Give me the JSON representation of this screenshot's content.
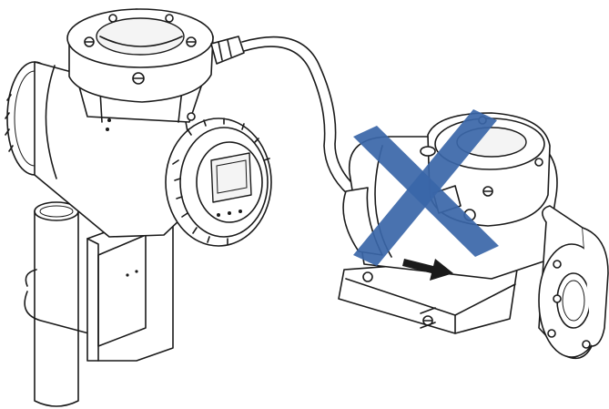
{
  "illustration": {
    "components": [
      {
        "name": "transmitter",
        "icon": "transmitter-housing-icon"
      },
      {
        "name": "pipe-mount",
        "icon": "pipe-mount-icon"
      },
      {
        "name": "signal-cable",
        "icon": "cable-icon"
      },
      {
        "name": "sensor",
        "icon": "flow-sensor-icon"
      },
      {
        "name": "flow-direction",
        "icon": "arrow-right-icon"
      },
      {
        "name": "not-allowed-mark",
        "icon": "cross-mark-icon"
      }
    ],
    "colors": {
      "line": "#1a1a1a",
      "cross": "#3a66a8",
      "background": "#ffffff"
    }
  }
}
